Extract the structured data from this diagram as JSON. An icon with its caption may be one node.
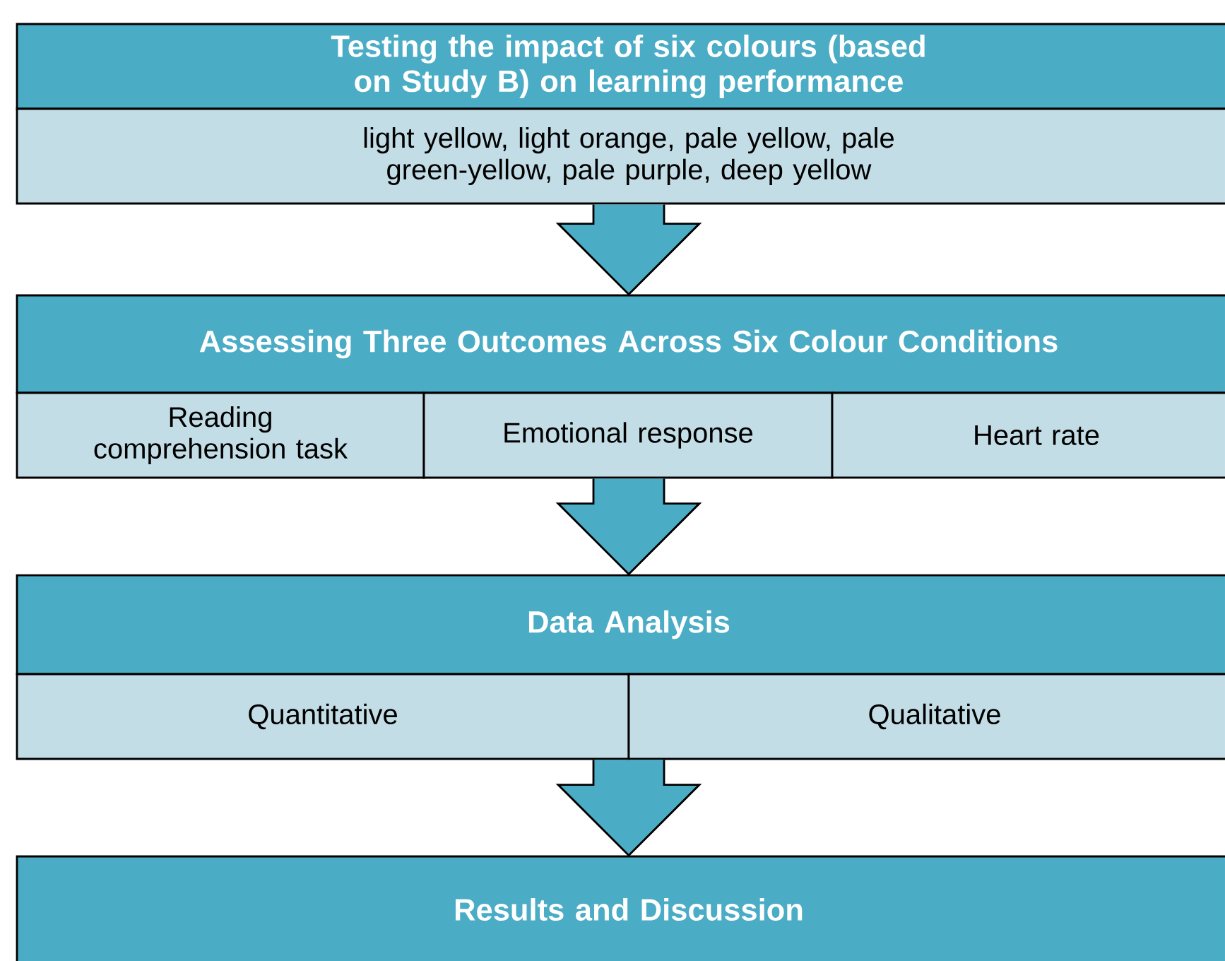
{
  "diagram": {
    "nodes": [
      {
        "text": [
          "Testing the impact of six colours (based on Study B) on learning performance"
        ]
      },
      {
        "text": [
          "light yellow, light orange, pale yellow, pale green-yellow, pale purple, deep yellow"
        ]
      },
      {
        "text": [
          "Assessing Three Outcomes Across Six Colour Conditions"
        ]
      },
      {
        "text": [
          "Reading comprehension task"
        ]
      },
      {
        "text": [
          "Emotional response"
        ]
      },
      {
        "text": [
          "Heart rate"
        ]
      },
      {
        "text": [
          "Data Analysis"
        ]
      },
      {
        "text": [
          "Quantitative"
        ]
      },
      {
        "text": [
          "Qualitative"
        ]
      },
      {
        "text": [
          "Results and Discussion"
        ]
      }
    ],
    "edges": [
      {
        "from": 1,
        "to": 2,
        "arrow": "to"
      },
      {
        "from": 4,
        "to": 6,
        "arrow": "to"
      },
      {
        "from": 7,
        "to": 9,
        "arrow": "to"
      },
      {
        "from": 8,
        "to": 9,
        "arrow": "to"
      }
    ]
  }
}
